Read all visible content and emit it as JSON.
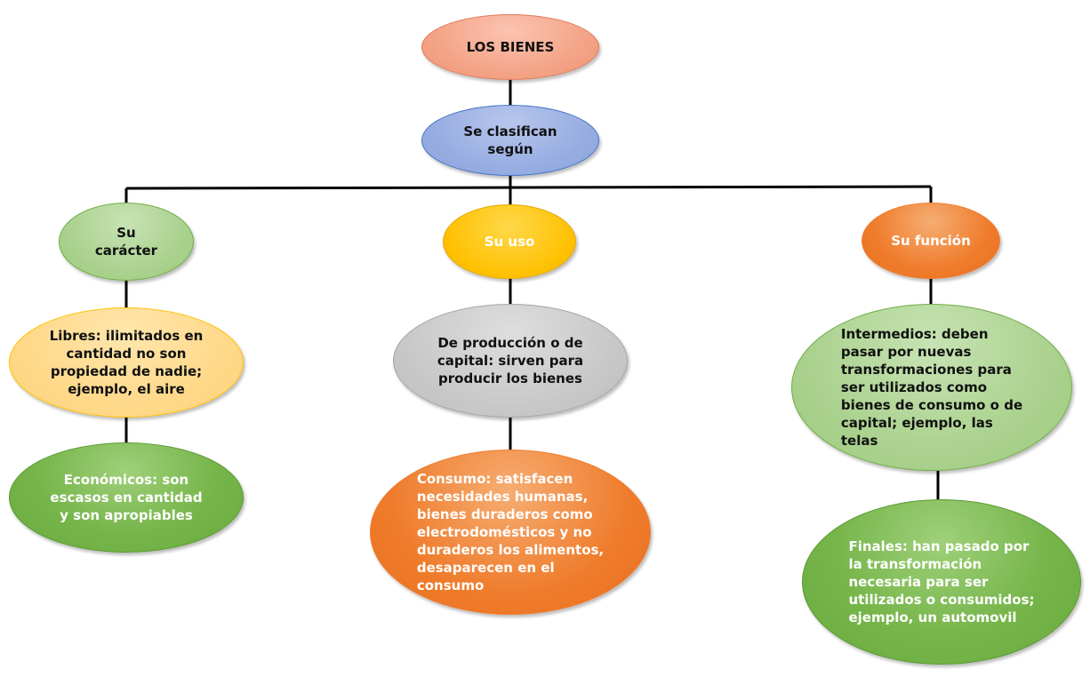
{
  "diagram": {
    "root": "LOS BIENES",
    "classifier": "Se clasifican\nsegún",
    "branches": [
      {
        "label": "Su\ncarácter",
        "items": [
          "Libres: ilimitados en\ncantidad no son\npropiedad de nadie;\nejemplo, el aire",
          "Económicos: son\nescasos en cantidad\ny son apropiables"
        ]
      },
      {
        "label": "Su uso",
        "items": [
          "De producción o de\ncapital: sirven para\nproducir los bienes",
          "Consumo: satisfacen\nnecesidades humanas,\nbienes duraderos como\nelectrodomésticos y no\nduraderos los alimentos,\ndesaparecen en el\nconsumo"
        ]
      },
      {
        "label": "Su función",
        "items": [
          "Intermedios: deben\npasar por nuevas\ntransformaciones para\nser utilizados como\nbienes de consumo o de\ncapital; ejemplo, las\ntelas",
          "Finales: han pasado por\nla transformación\nnecesaria para ser\nutilizados o consumidos;\nejemplo, un automovil"
        ]
      }
    ]
  }
}
